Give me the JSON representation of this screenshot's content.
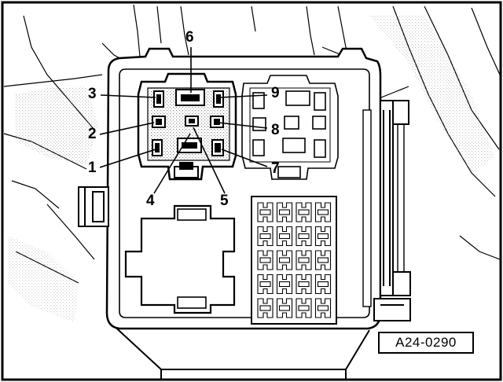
{
  "callouts": {
    "c1": "1",
    "c2": "2",
    "c3": "3",
    "c4": "4",
    "c5": "5",
    "c6": "6",
    "c7": "7",
    "c8": "8",
    "c9": "9"
  },
  "reference_code": "A24-0290",
  "colors": {
    "line": "#000000",
    "stipple": "#b8b8b8",
    "background": "#ffffff"
  }
}
